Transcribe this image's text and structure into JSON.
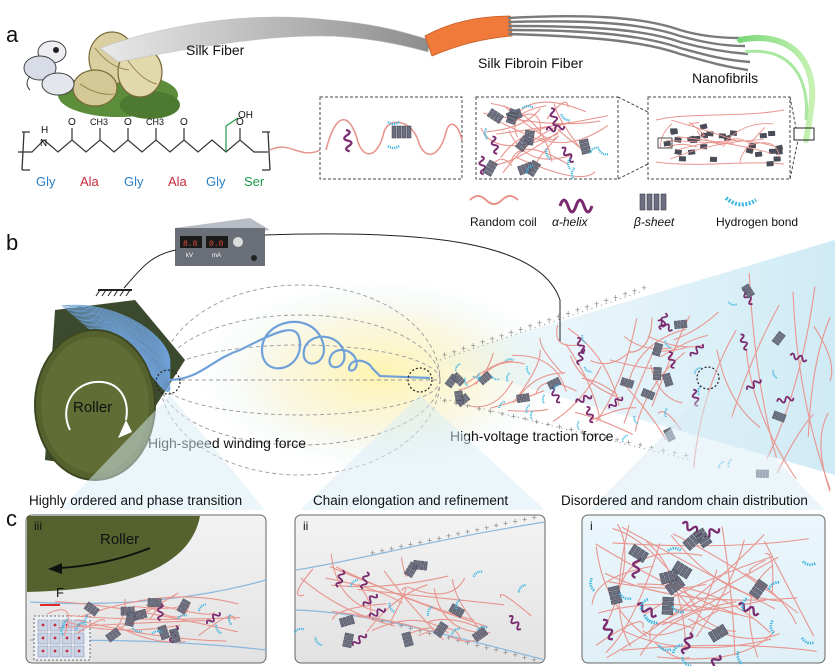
{
  "panel_letters": {
    "a": "a",
    "b": "b",
    "c": "c"
  },
  "panel_a": {
    "fiber_labels": {
      "silk_fiber": "Silk Fiber",
      "silk_fibroin_fiber": "Silk Fibroin Fiber",
      "nanofibrils": "Nanofibrils"
    },
    "amino_acids": [
      "Gly",
      "Ala",
      "Gly",
      "Ala",
      "Gly",
      "Ser"
    ],
    "chem_labels": {
      "h": "H",
      "n": "N",
      "o": "O",
      "ch3": "CH3",
      "oh": "OH"
    },
    "legend": {
      "random_coil": "Random coil",
      "alpha_helix": "α-helix",
      "beta_sheet": "β-sheet",
      "hydrogen_bond": "Hydrogen bond"
    },
    "colors": {
      "gly": "#2a7fc4",
      "ala": "#c42a3a",
      "ser": "#1f9a4a",
      "coil": "#e8958e",
      "helix": "#7a2a6e",
      "sheet": "#6b6f80",
      "hbond": "#3fb6e0"
    }
  },
  "panel_b": {
    "roller_label": "Roller",
    "winding_force": "High-speed winding force",
    "traction_force": "High-voltage traction force",
    "power_supply": {
      "left_unit": "kV",
      "right_unit": "mA"
    }
  },
  "panel_c": {
    "titles": {
      "left": "Highly ordered and phase transition",
      "middle": "Chain elongation and refinement",
      "right": "Disordered and random chain distribution"
    },
    "roman": {
      "left": "iii",
      "middle": "ii",
      "right": "i"
    },
    "roller_label": "Roller",
    "force_label": "F"
  }
}
